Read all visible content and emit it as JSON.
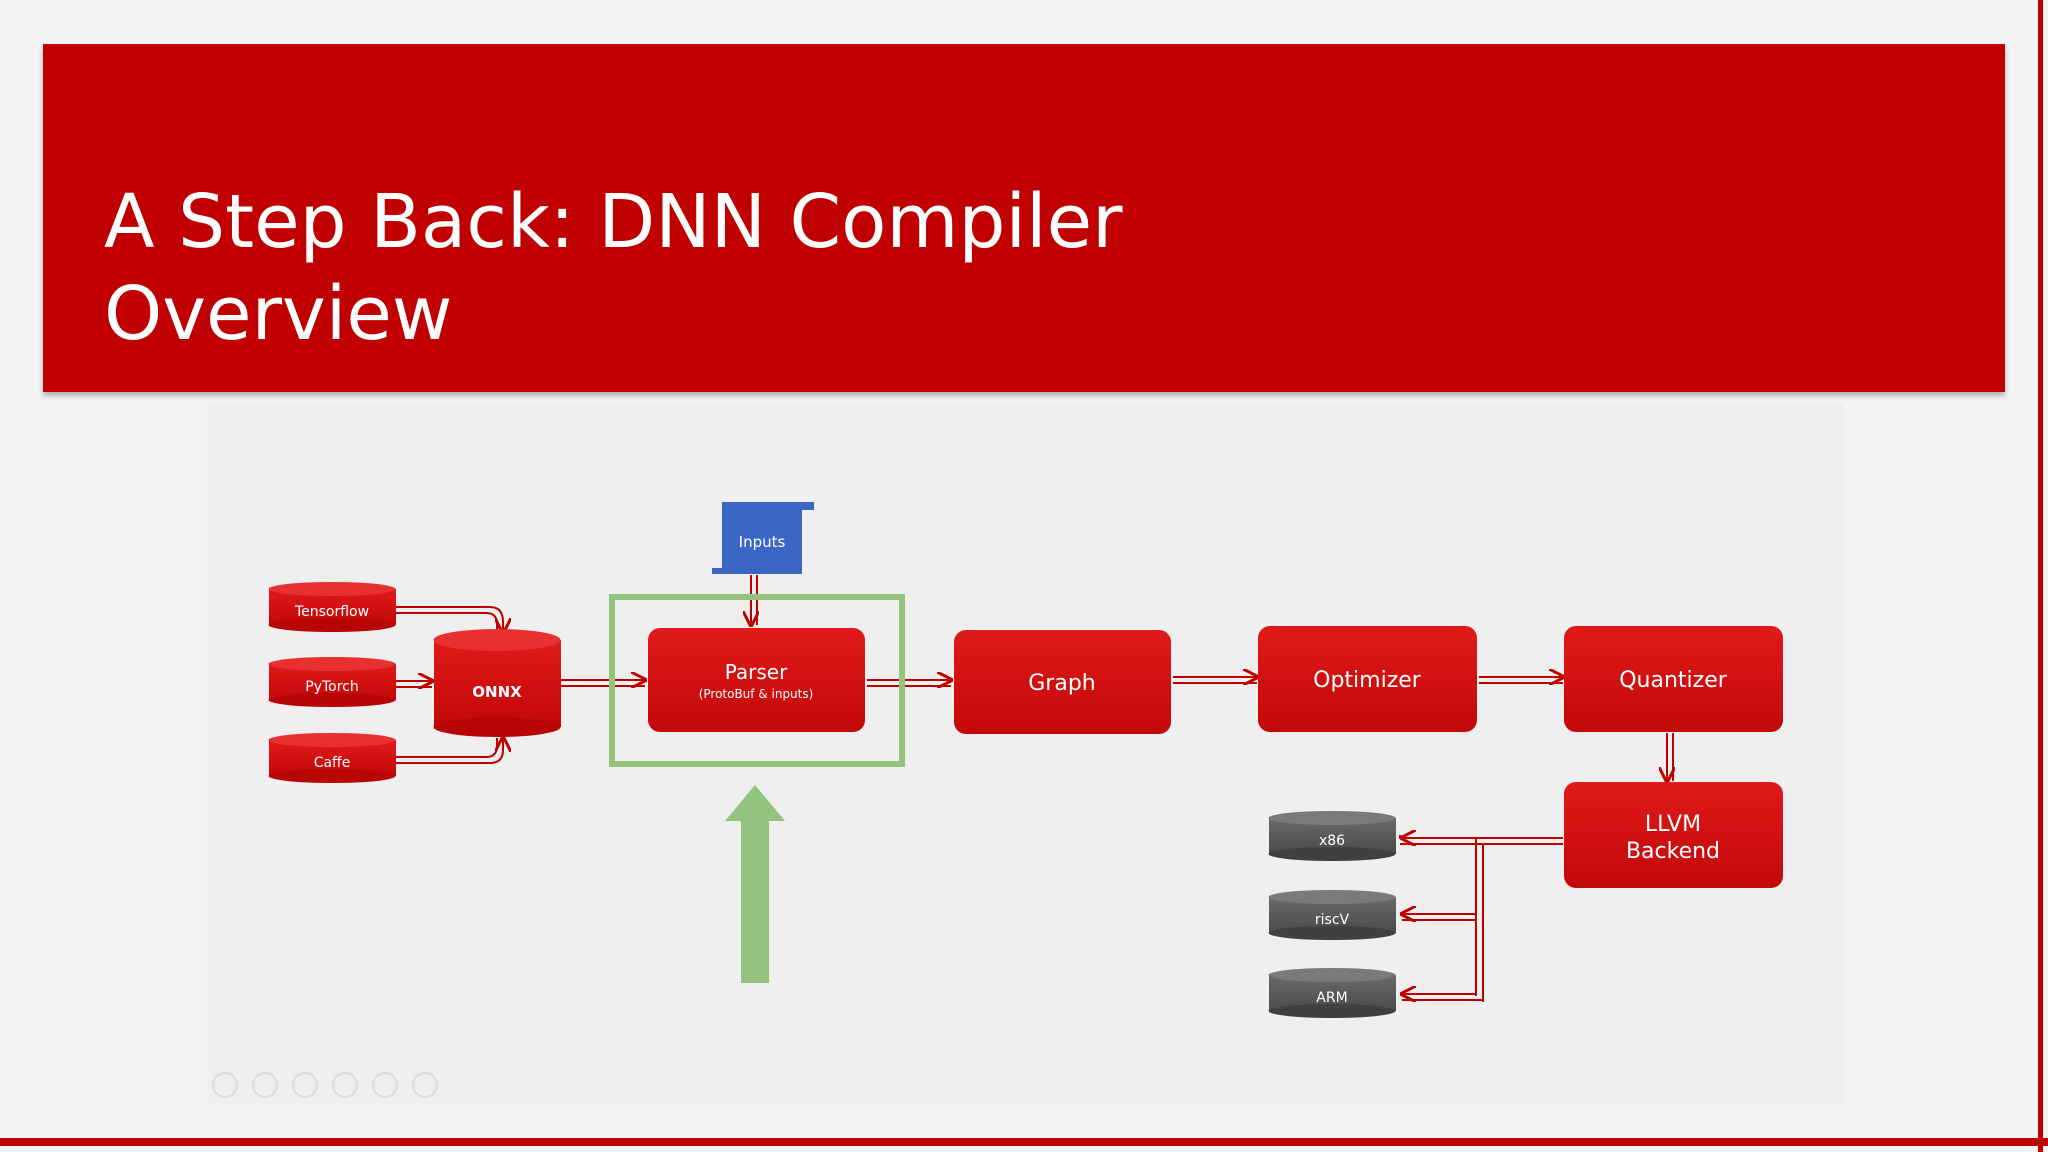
{
  "slide": {
    "title": "A Step Back: DNN Compiler\nOverview"
  },
  "diagram": {
    "frameworks": [
      "Tensorflow",
      "PyTorch",
      "Caffe"
    ],
    "onnx": "ONNX",
    "inputs": "Inputs",
    "parser": {
      "label": "Parser",
      "sublabel": "(ProtoBuf & inputs)"
    },
    "graph": "Graph",
    "optimizer": "Optimizer",
    "quantizer": "Quantizer",
    "backend": {
      "line1": "LLVM",
      "line2": "Backend"
    },
    "targets": [
      "x86",
      "riscV",
      "ARM"
    ]
  },
  "colors": {
    "brand_red": "#c00000",
    "node_red": "#d40b0b",
    "inputs_blue": "#3b66c4",
    "target_gray": "#555555",
    "highlight_green": "#93c47d"
  }
}
